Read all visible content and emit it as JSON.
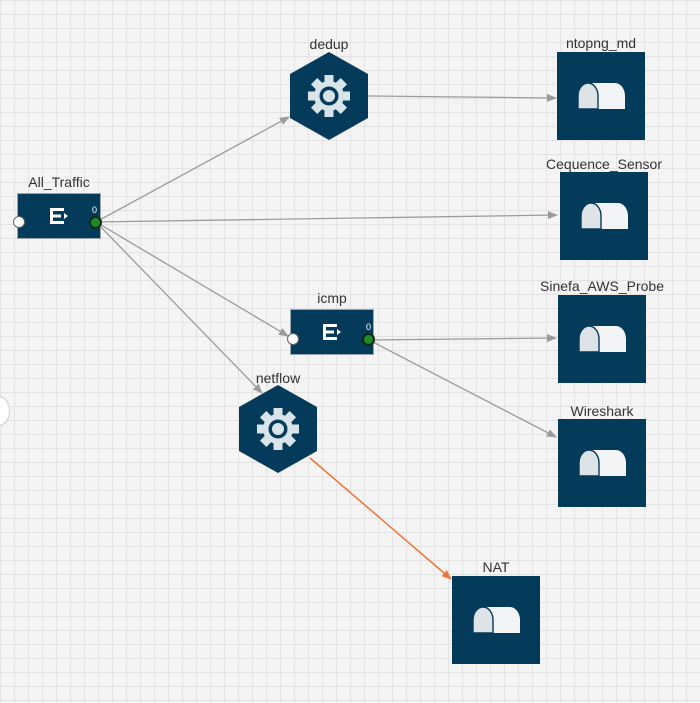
{
  "nodes": {
    "dedup": {
      "label": "dedup",
      "icon": "gear-icon"
    },
    "netflow": {
      "label": "netflow",
      "icon": "gear-icon"
    },
    "all_traffic": {
      "label": "All_Traffic",
      "icon": "filter-icon",
      "port": "0"
    },
    "icmp": {
      "label": "icmp",
      "icon": "filter-icon",
      "port": "0"
    },
    "ntopng_md": {
      "label": "ntopng_md",
      "icon": "tool-icon"
    },
    "cequence": {
      "label": "Cequence_Sensor",
      "icon": "tool-icon"
    },
    "sinefa": {
      "label": "Sinefa_AWS_Probe",
      "icon": "tool-icon"
    },
    "wireshark": {
      "label": "Wireshark",
      "icon": "tool-icon"
    },
    "nat": {
      "label": "NAT",
      "icon": "tool-icon"
    }
  },
  "colors": {
    "node": "#053b5a",
    "edge": "#9b9b9b",
    "edge_active": "#f07432",
    "port_out": "#1f8a2a"
  }
}
